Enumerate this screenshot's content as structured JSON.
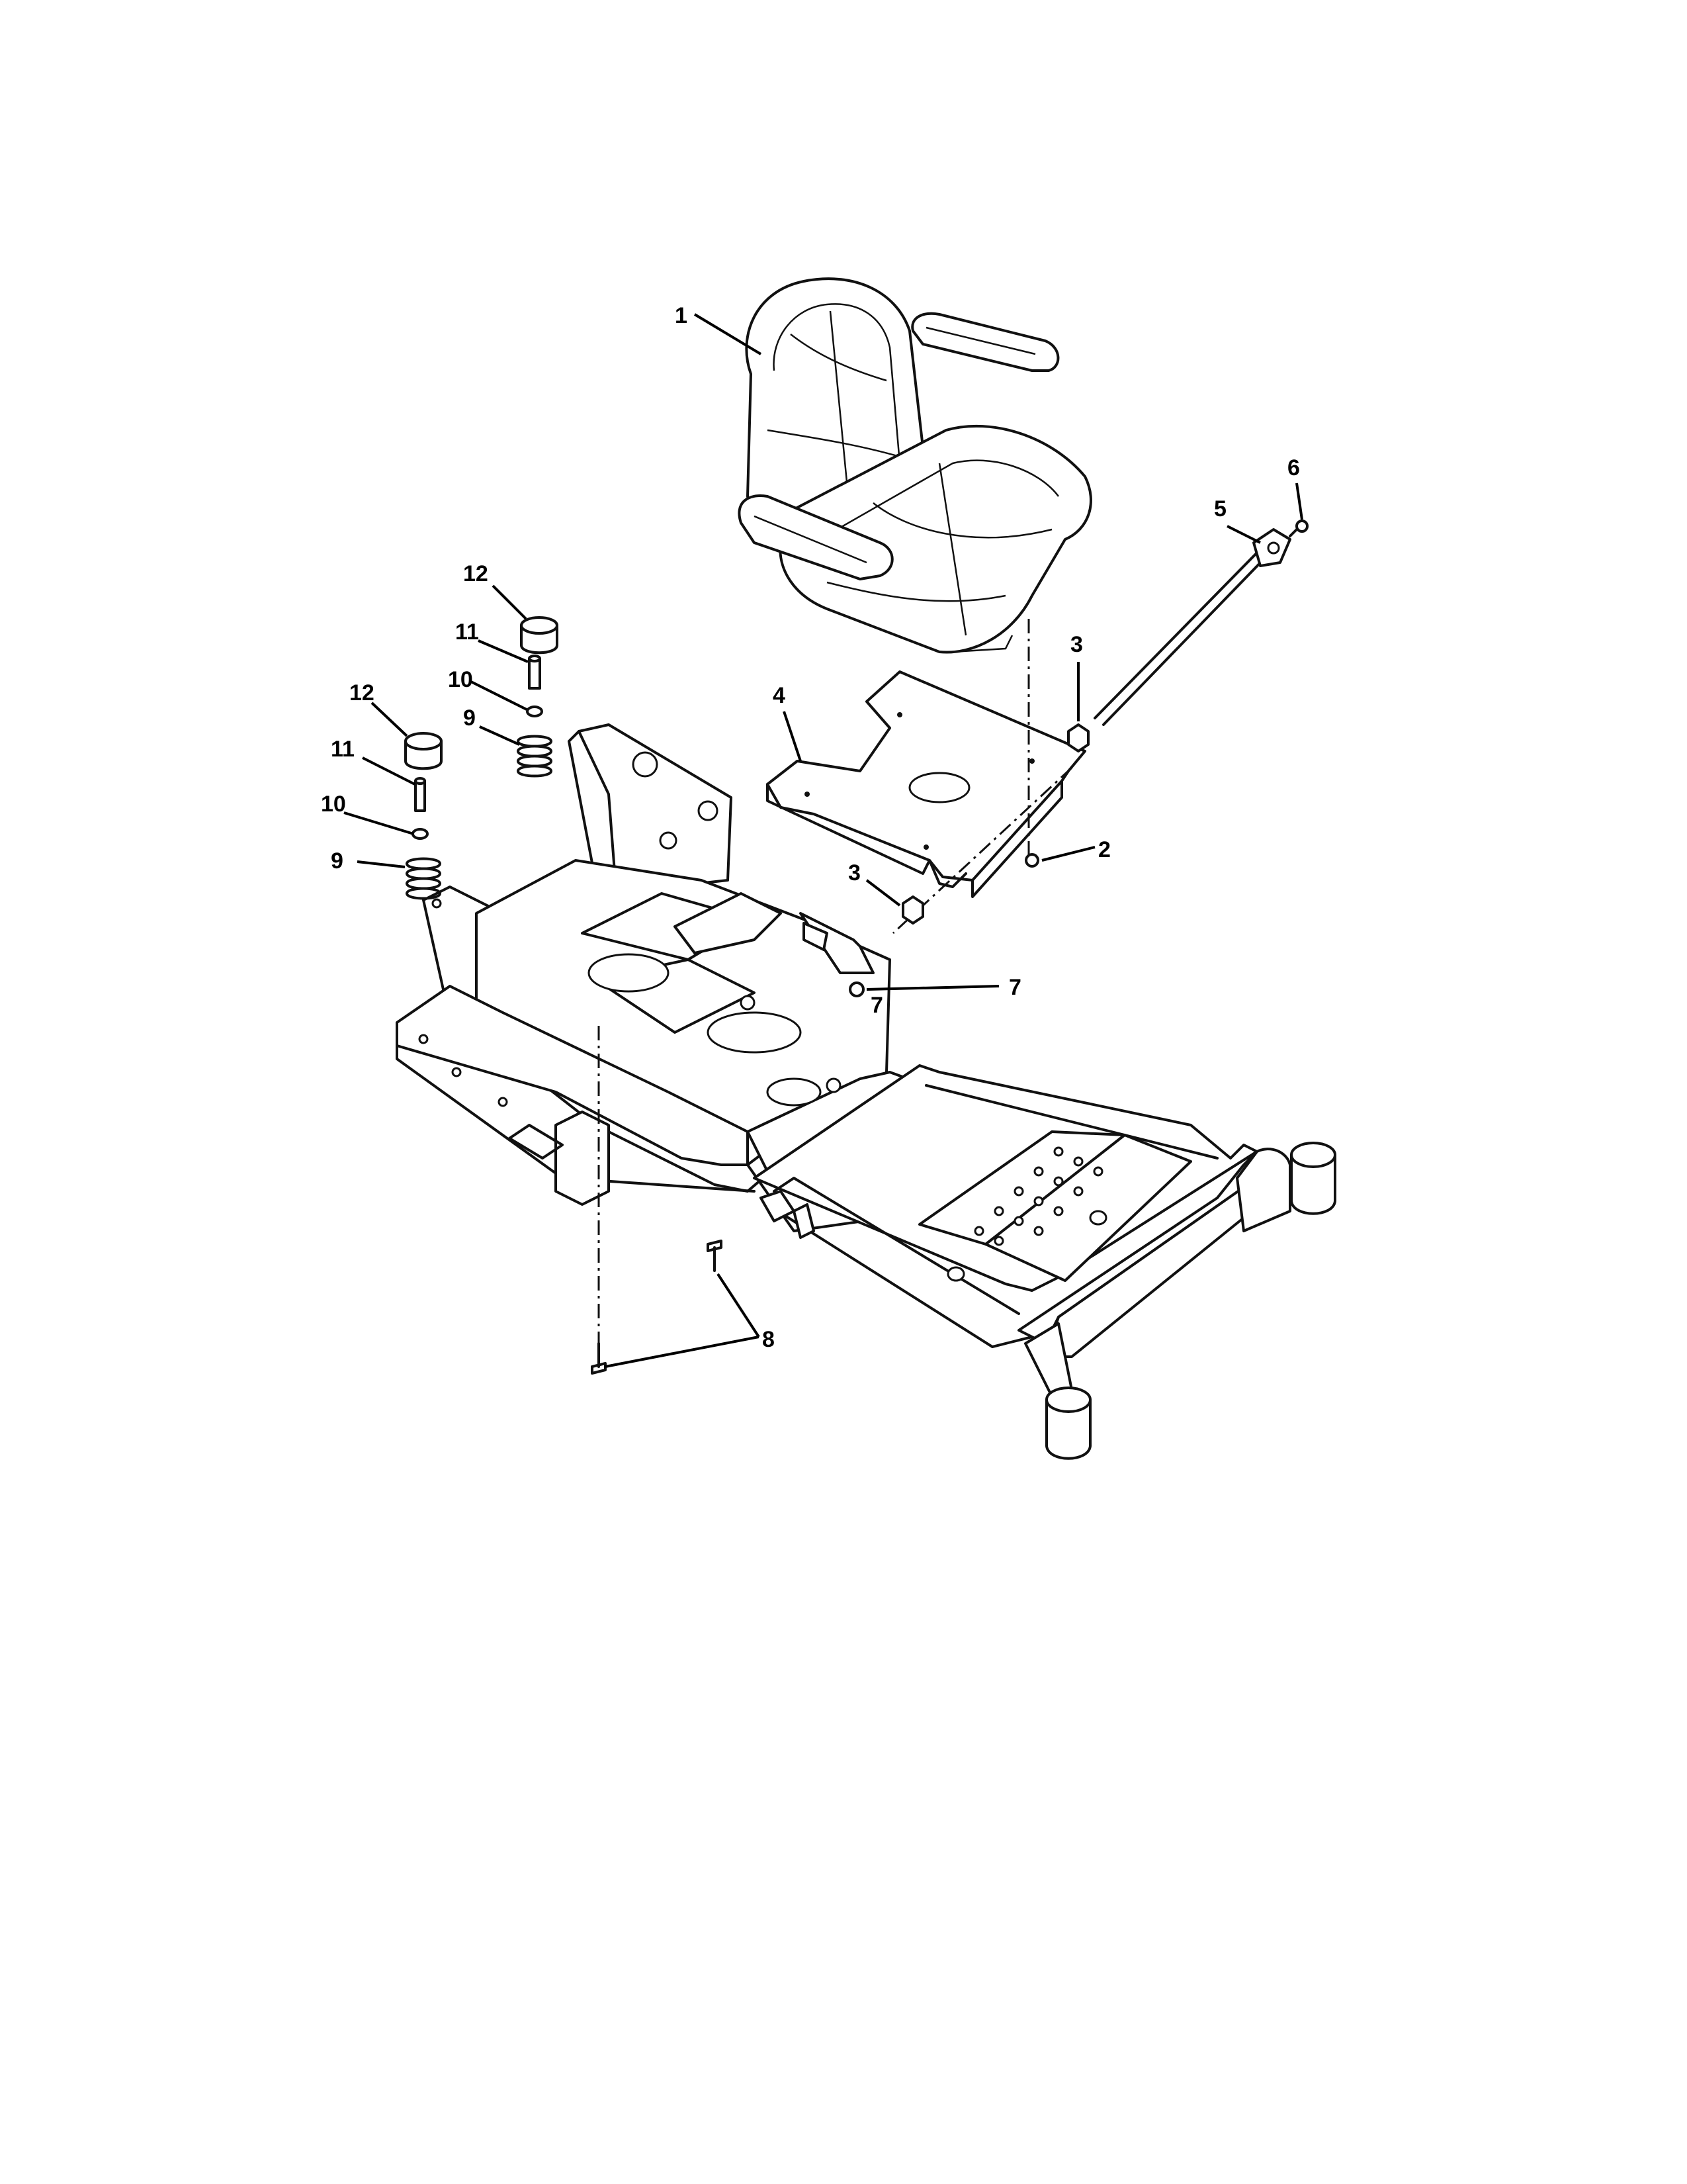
{
  "callouts": [
    {
      "id": "c1",
      "label": "1"
    },
    {
      "id": "c2",
      "label": "2"
    },
    {
      "id": "c3a",
      "label": "3"
    },
    {
      "id": "c3b",
      "label": "3"
    },
    {
      "id": "c4",
      "label": "4"
    },
    {
      "id": "c5",
      "label": "5"
    },
    {
      "id": "c6",
      "label": "6"
    },
    {
      "id": "c7a",
      "label": "7"
    },
    {
      "id": "c7b",
      "label": "7"
    },
    {
      "id": "c8",
      "label": "8"
    },
    {
      "id": "c9a",
      "label": "9"
    },
    {
      "id": "c9b",
      "label": "9"
    },
    {
      "id": "c10a",
      "label": "10"
    },
    {
      "id": "c10b",
      "label": "10"
    },
    {
      "id": "c11a",
      "label": "11"
    },
    {
      "id": "c11b",
      "label": "11"
    },
    {
      "id": "c12a",
      "label": "12"
    },
    {
      "id": "c12b",
      "label": "12"
    }
  ]
}
